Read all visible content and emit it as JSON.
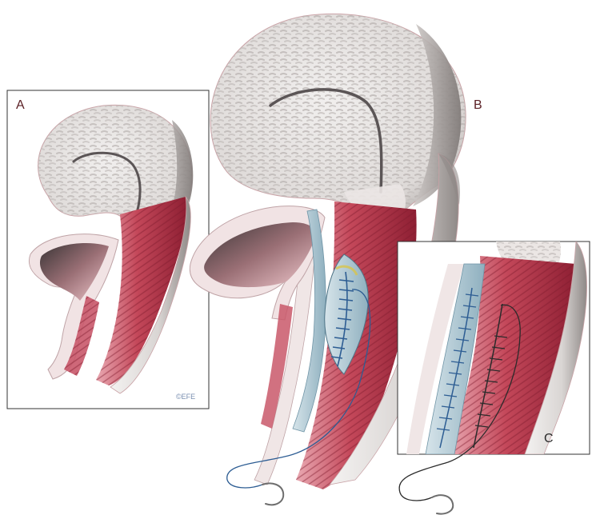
{
  "labels": {
    "a": "A",
    "b": "B",
    "c": "C"
  },
  "copyright": "©EFE",
  "colors": {
    "tissue_light": "#e9e6e4",
    "tissue_grey": "#bdb7b4",
    "mucosa_red": "#c4485a",
    "mucosa_deep": "#8e1f33",
    "mucosa_pink": "#e9a9b2",
    "rectal_wall_blue": "#a9c3cf",
    "suture_blue": "#2d5d93",
    "suture_dark": "#2b2b2b",
    "needle_grey": "#6e6e6e",
    "frame": "#333333"
  },
  "icons": [
    "suture-needle-icon"
  ]
}
